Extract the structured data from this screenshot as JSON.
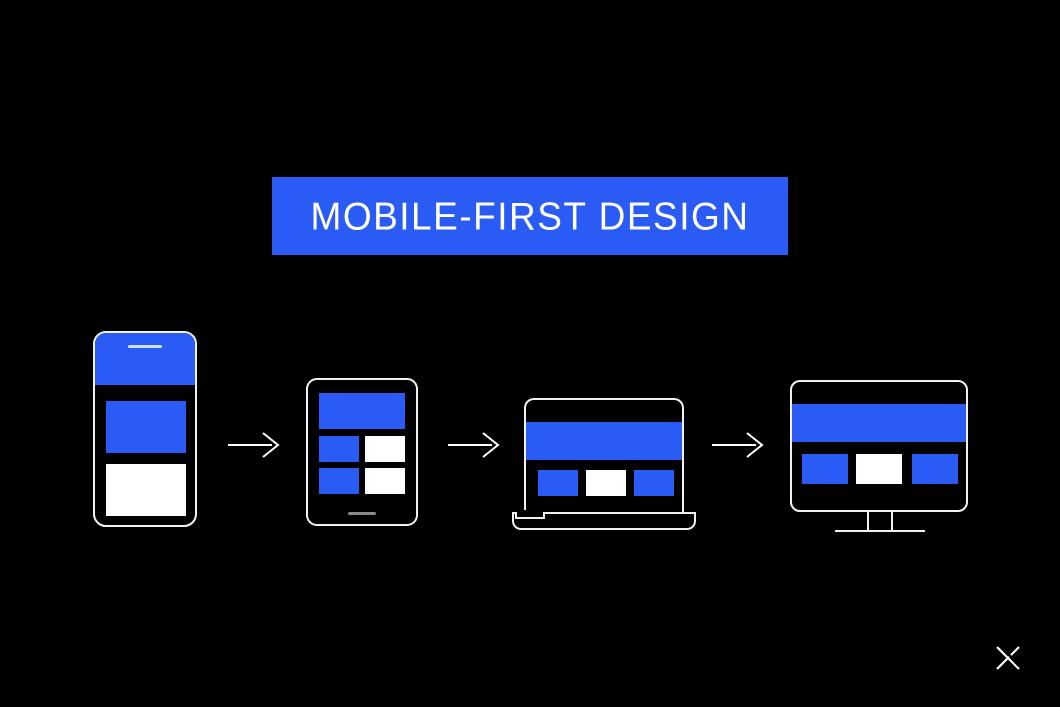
{
  "slide": {
    "background_color": "#000000",
    "accent_color": "#2a5cf5",
    "foreground_color": "#ffffff",
    "title": "MOBILE-FIRST DESIGN"
  },
  "title_banner": {
    "label": "MOBILE-FIRST DESIGN",
    "background_color": "#2a5cf5",
    "text_color": "#ffffff"
  },
  "devices": [
    {
      "name": "phone",
      "blocks": [
        {
          "name": "header",
          "color": "#2a5cf5"
        },
        {
          "name": "content-primary",
          "color": "#2a5cf5"
        },
        {
          "name": "content-secondary",
          "color": "#ffffff"
        }
      ]
    },
    {
      "name": "tablet",
      "blocks": [
        {
          "name": "header",
          "color": "#2a5cf5"
        },
        {
          "name": "grid-top-left",
          "color": "#2a5cf5"
        },
        {
          "name": "grid-top-right",
          "color": "#ffffff"
        },
        {
          "name": "grid-bottom-left",
          "color": "#2a5cf5"
        },
        {
          "name": "grid-bottom-right",
          "color": "#ffffff"
        }
      ]
    },
    {
      "name": "laptop",
      "blocks": [
        {
          "name": "header",
          "color": "#2a5cf5"
        },
        {
          "name": "column-1",
          "color": "#2a5cf5"
        },
        {
          "name": "column-2",
          "color": "#ffffff"
        },
        {
          "name": "column-3",
          "color": "#2a5cf5"
        }
      ]
    },
    {
      "name": "desktop",
      "blocks": [
        {
          "name": "header",
          "color": "#2a5cf5"
        },
        {
          "name": "column-1",
          "color": "#2a5cf5"
        },
        {
          "name": "column-2",
          "color": "#ffffff"
        },
        {
          "name": "column-3",
          "color": "#2a5cf5"
        }
      ]
    }
  ],
  "arrows": [
    {
      "name": "phone-to-tablet"
    },
    {
      "name": "tablet-to-laptop"
    },
    {
      "name": "laptop-to-desktop"
    }
  ],
  "watermark": {
    "name": "x-logo"
  }
}
